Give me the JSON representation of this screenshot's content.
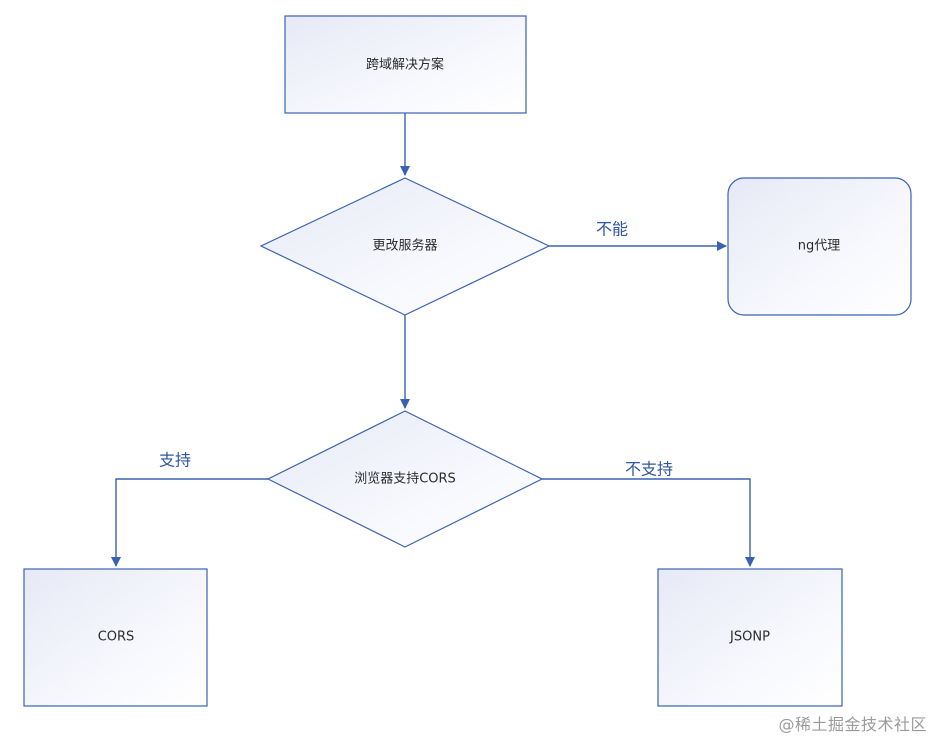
{
  "nodes": {
    "start": "跨域解决方案",
    "decision_server": "更改服务器",
    "ng_proxy": "ng代理",
    "decision_browser": "浏览器支持CORS",
    "cors": "CORS",
    "jsonp": "JSONP"
  },
  "edge_labels": {
    "cannot": "不能",
    "supports": "支持",
    "not_supports": "不支持"
  },
  "watermark": "@稀土掘金技术社区",
  "colors": {
    "stroke": "#3a62b3",
    "fill_start": "#e9ebf7",
    "fill_end": "#ffffff",
    "edge_label": "#2d56a3"
  }
}
